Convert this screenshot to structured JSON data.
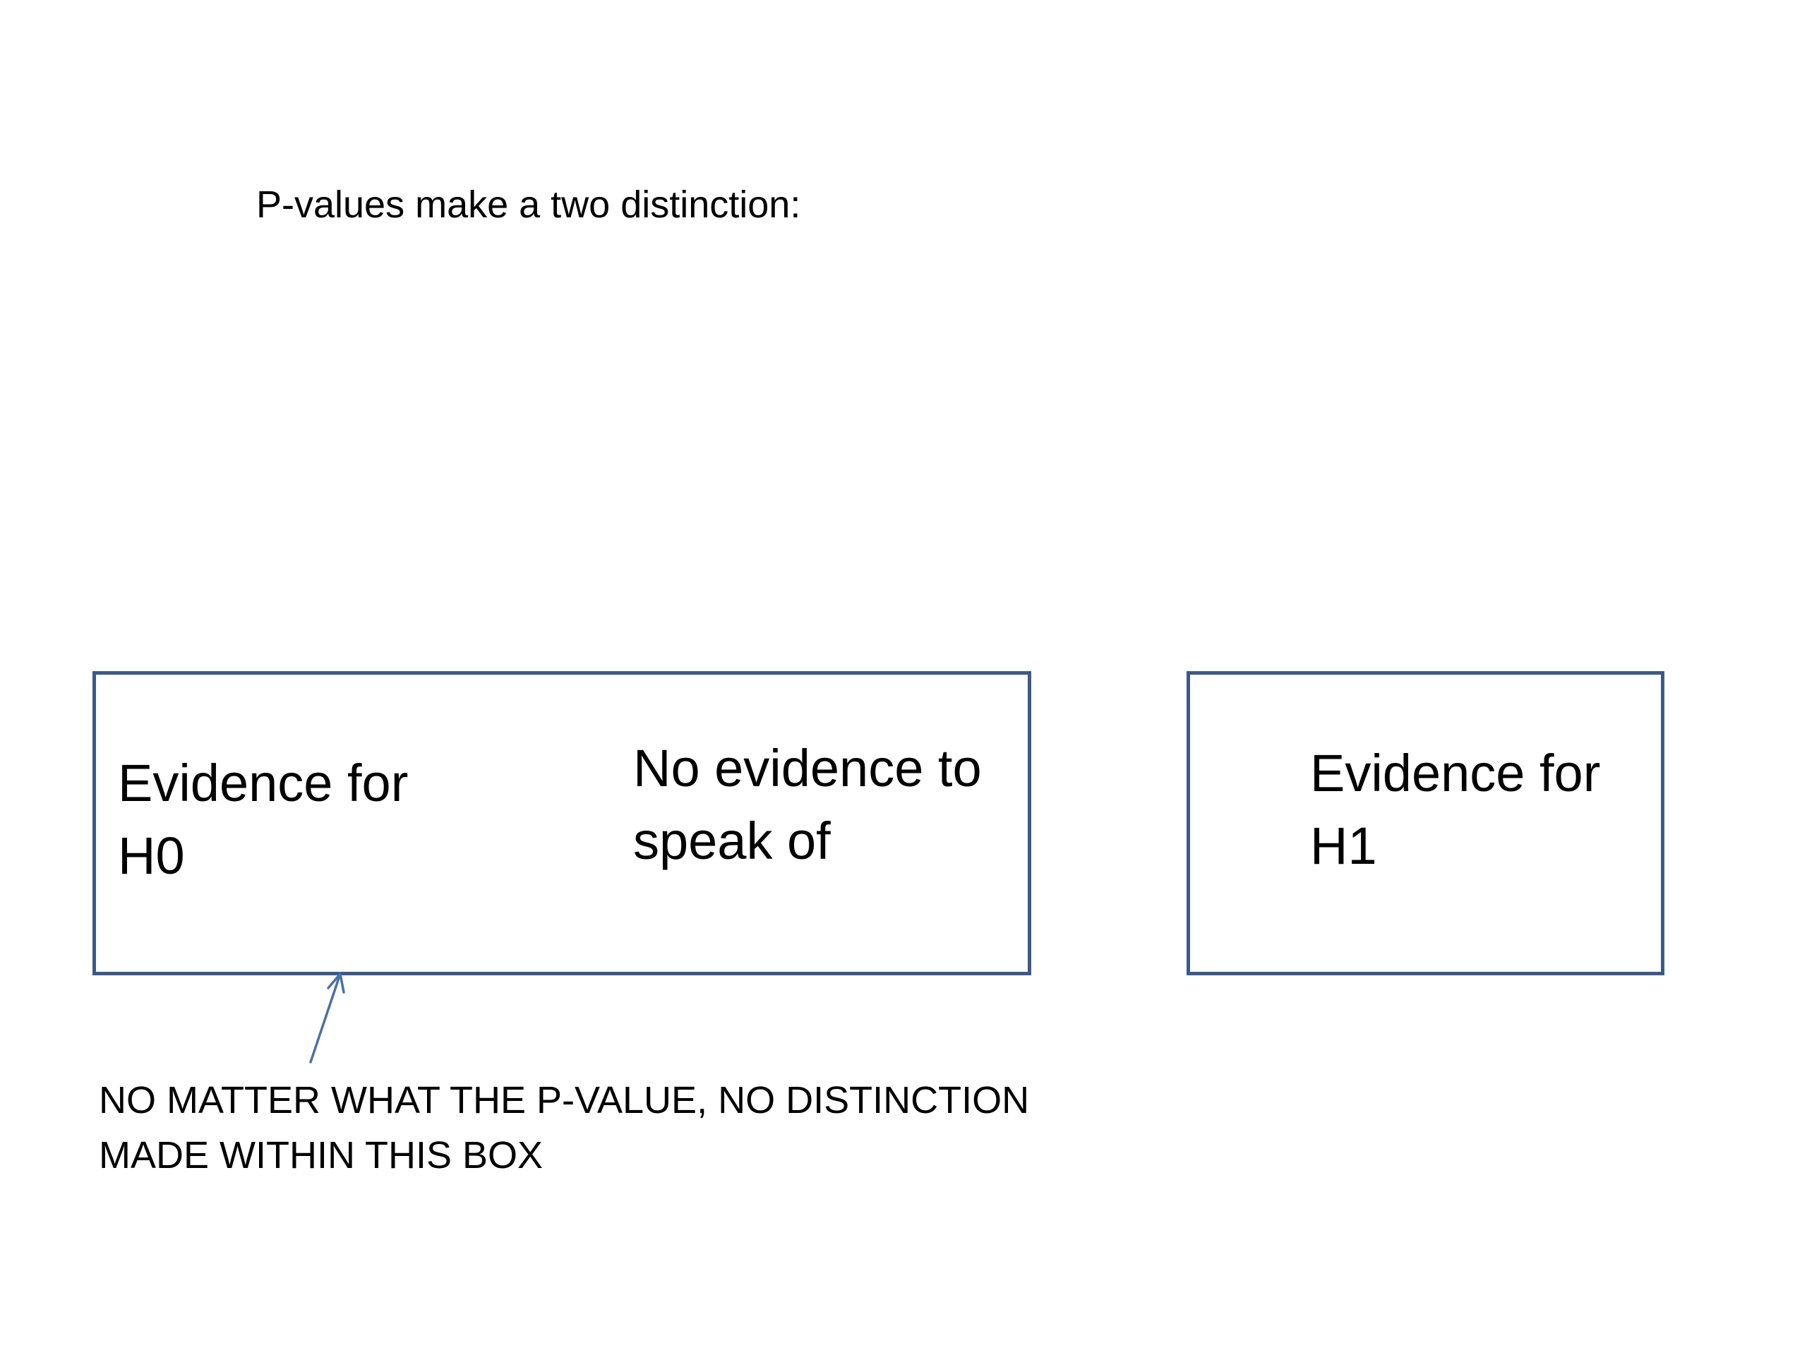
{
  "slide": {
    "title": "P-values make a two distinction:"
  },
  "boxes": {
    "left": {
      "evidence_h0": {
        "line1": "Evidence for",
        "line2": "H0"
      },
      "no_evidence": {
        "line1": "No evidence to",
        "line2": "speak of"
      }
    },
    "right": {
      "evidence_h1": {
        "line1": "Evidence for",
        "line2": "H1"
      }
    }
  },
  "annotation": {
    "line1": "NO MATTER WHAT THE P-VALUE, NO DISTINCTION",
    "line2": "MADE WITHIN THIS BOX"
  },
  "colors": {
    "box_border": "#3b5a88",
    "arrow": "#4a70a8"
  }
}
